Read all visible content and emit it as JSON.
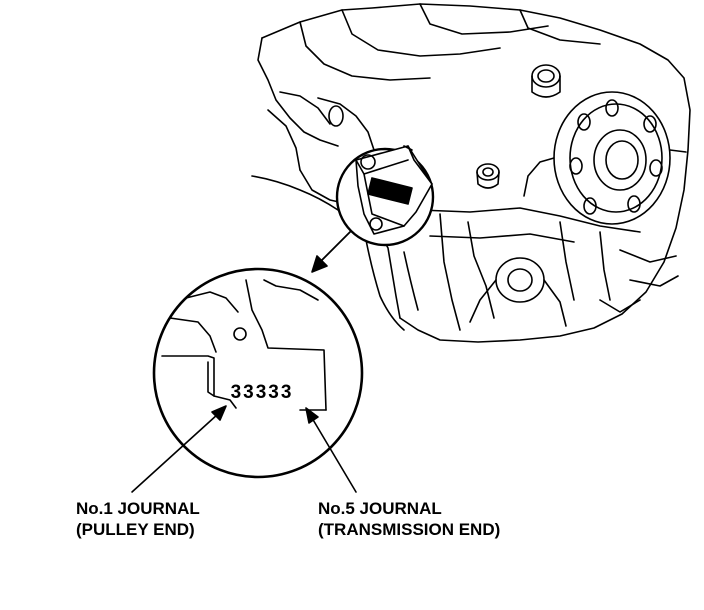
{
  "diagram": {
    "stamp_code": "33333",
    "callouts": [
      {
        "line1": "No.1 JOURNAL",
        "line2": "(PULLEY END)"
      },
      {
        "line1": "No.5 JOURNAL",
        "line2": "(TRANSMISSION END)"
      }
    ],
    "colors": {
      "ink": "#000000",
      "paper": "#ffffff"
    }
  }
}
